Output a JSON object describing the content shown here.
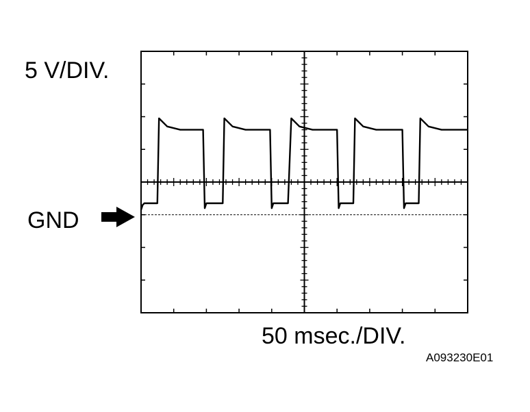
{
  "labels": {
    "volts_per_div": "5 V/DIV.",
    "ground": "GND",
    "time_per_div": "50 msec./DIV.",
    "figure_id": "A093230E01"
  },
  "colors": {
    "trace": "#000000",
    "grid": "#000000",
    "background": "#ffffff"
  },
  "chart_data": {
    "type": "line",
    "title": "",
    "xlabel": "50 msec./DIV.",
    "ylabel": "5 V/DIV.",
    "grid_divisions": {
      "x": 10,
      "y": 8
    },
    "xlim_div": [
      0,
      10
    ],
    "ylim_div": [
      -3,
      5
    ],
    "ground_reference_div": 0,
    "series": [
      {
        "values_note_units": "divisions",
        "x": [
          0,
          0.05,
          0.1,
          0.5,
          0.55,
          0.8,
          1.2,
          1.5,
          1.9,
          1.95,
          2.0,
          2.5,
          2.55,
          2.8,
          3.2,
          3.5,
          3.95,
          4.0,
          4.05,
          4.5,
          4.6,
          4.85,
          5.25,
          5.5,
          6.0,
          6.05,
          6.1,
          6.5,
          6.55,
          6.8,
          7.2,
          7.5,
          8.0,
          8.05,
          8.1,
          8.5,
          8.55,
          8.8,
          9.2,
          10
        ],
        "y": [
          0.15,
          0.3,
          0.35,
          0.35,
          2.95,
          2.7,
          2.6,
          2.6,
          2.6,
          0.2,
          0.35,
          0.35,
          2.95,
          2.7,
          2.6,
          2.6,
          2.6,
          0.2,
          0.35,
          0.35,
          2.95,
          2.7,
          2.6,
          2.6,
          2.6,
          0.2,
          0.35,
          0.35,
          2.95,
          2.7,
          2.6,
          2.6,
          2.6,
          0.2,
          0.35,
          0.35,
          2.95,
          2.7,
          2.6,
          2.6
        ]
      }
    ]
  }
}
